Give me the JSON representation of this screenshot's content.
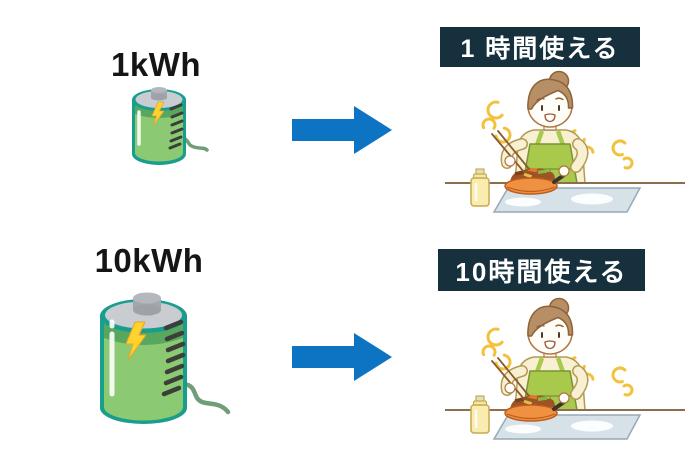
{
  "rows": [
    {
      "capacity": "1kWh",
      "duration_label": "1 時間使える",
      "battery_size": "small",
      "scene": "woman cooking at induction stove"
    },
    {
      "capacity": "10kWh",
      "duration_label": "10時間使える",
      "battery_size": "large",
      "scene": "woman cooking at induction stove"
    }
  ],
  "icons": {
    "battery": "battery-with-lightning-bolt-and-cable",
    "arrow": "arrow-right",
    "scene": "woman-cooking-illustration"
  },
  "colors": {
    "background": "#ffffff",
    "arrow_blue": "#0d74c4",
    "badge_bg": "#17303d",
    "badge_text": "#ffffff",
    "battery_teal": "#199e8e",
    "battery_green": "#8cc973",
    "battery_band_green": "#58a75f",
    "battery_top_gray": "#c9cdd2",
    "bolt_yellow": "#ffd22e",
    "stripe_dark": "#3c3e3a",
    "wire_green": "#6f9e78",
    "apron_green": "#a9c94c",
    "shirt_cream": "#f7f0d2",
    "hair_brown": "#b78f67",
    "steam_yellow": "#f2c23c",
    "pan_orange": "#ef9140",
    "cooktop_blue": "#d6e1e8",
    "counter_brown": "#8a6e4e",
    "capacity_text": "#151515"
  }
}
